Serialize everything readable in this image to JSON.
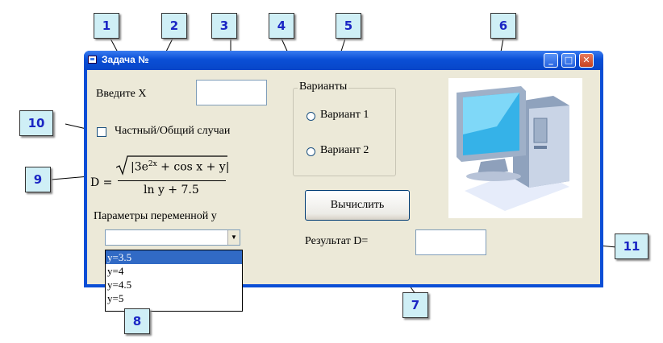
{
  "window": {
    "title": "Задача №"
  },
  "form": {
    "enter_x_label": "Введите X",
    "x_value": "",
    "checkbox_label": "Частный/Общий случаи",
    "formula": {
      "lhs": "D =",
      "root_content": "|3e",
      "exp": "2x",
      "rest": " + cos x + y|",
      "denominator": "ln y + 7.5"
    },
    "params_label": "Параметры переменной y",
    "combo_value": "",
    "options": [
      "y=3.5",
      "y=4",
      "y=4.5",
      "y=5"
    ],
    "selected_option": "y=3.5",
    "group_title": "Варианты",
    "radio1": "Вариант 1",
    "radio2": "Вариант 2",
    "compute_button": "Вычислить",
    "result_label": "Результат D=",
    "result_value": ""
  },
  "callouts": [
    "1",
    "2",
    "3",
    "4",
    "5",
    "6",
    "7",
    "8",
    "9",
    "10",
    "11"
  ]
}
